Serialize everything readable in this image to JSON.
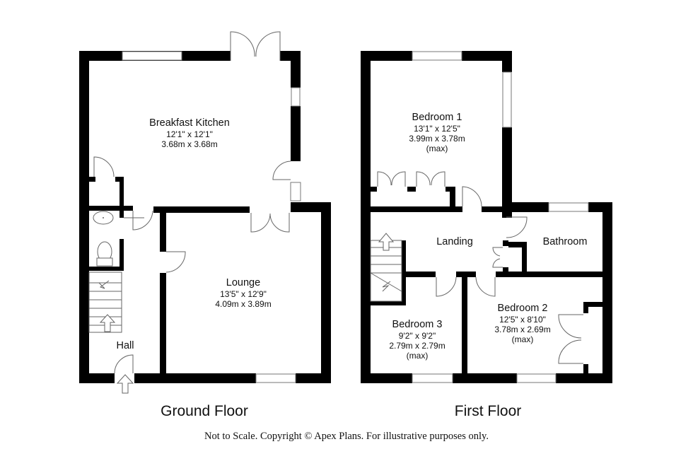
{
  "floors": [
    {
      "label": "Ground Floor",
      "rooms": [
        {
          "name": "Breakfast Kitchen",
          "imperial": "12'1\" x 12'1\"",
          "metric": "3.68m x 3.68m",
          "note": ""
        },
        {
          "name": "Lounge",
          "imperial": "13'5\" x 12'9\"",
          "metric": "4.09m x 3.89m",
          "note": ""
        },
        {
          "name": "Hall",
          "imperial": "",
          "metric": "",
          "note": ""
        }
      ]
    },
    {
      "label": "First Floor",
      "rooms": [
        {
          "name": "Bedroom 1",
          "imperial": "13'1\" x 12'5\"",
          "metric": "3.99m x 3.78m",
          "note": "(max)"
        },
        {
          "name": "Landing",
          "imperial": "",
          "metric": "",
          "note": ""
        },
        {
          "name": "Bathroom",
          "imperial": "",
          "metric": "",
          "note": ""
        },
        {
          "name": "Bedroom 3",
          "imperial": "9'2\" x 9'2\"",
          "metric": "2.79m x 2.79m",
          "note": "(max)"
        },
        {
          "name": "Bedroom 2",
          "imperial": "12'5\" x 8'10\"",
          "metric": "3.78m x 2.69m",
          "note": "(max)"
        }
      ]
    }
  ],
  "footer": "Not to Scale. Copyright © Apex Plans. For illustrative purposes only.",
  "icons": [
    "stairs-up-arrow-icon",
    "entrance-arrow-icon",
    "door-swing-icon",
    "window-icon",
    "sink-icon",
    "toilet-icon"
  ],
  "colors": {
    "wall": "#000000",
    "background": "#ffffff",
    "fixture_line": "#666666"
  }
}
